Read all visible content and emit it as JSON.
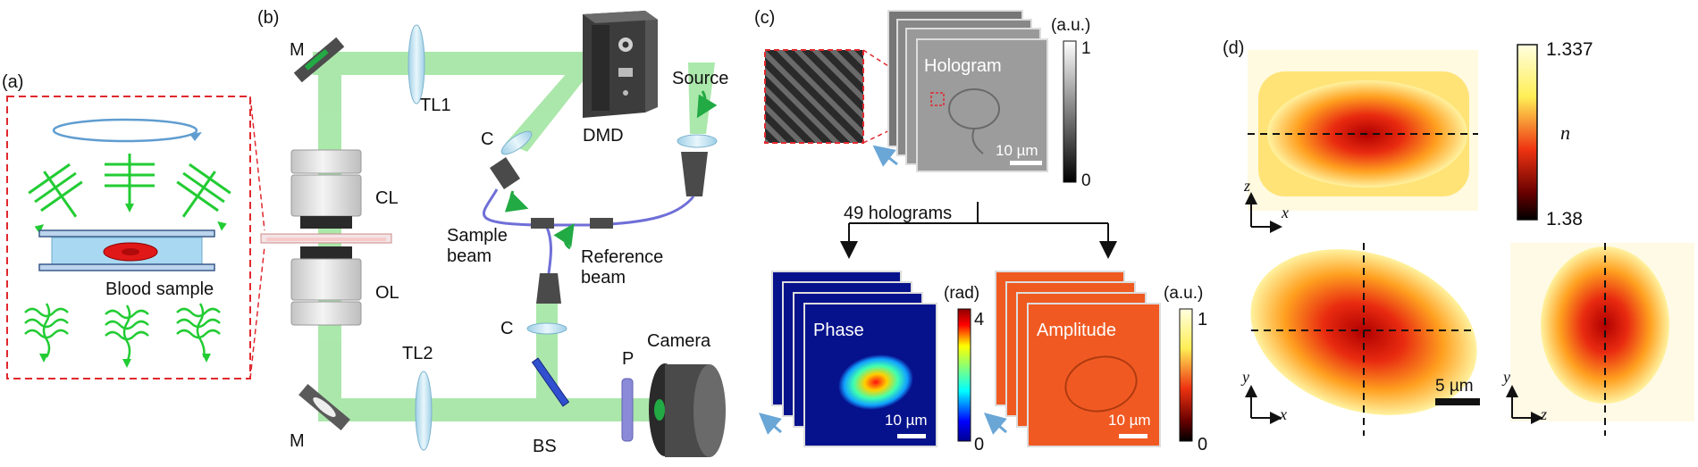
{
  "panels": {
    "a": {
      "label": "(a)",
      "sample_label": "Blood sample"
    },
    "b": {
      "label": "(b)",
      "components": {
        "mirror_top": "M",
        "tube_lens_1": "TL1",
        "dmd": "DMD",
        "source": "Source",
        "collimator_top": "C",
        "condenser_lens": "CL",
        "objective_lens": "OL",
        "sample_beam": "Sample\nbeam",
        "reference_beam": "Reference\nbeam",
        "collimator_bottom": "C",
        "tube_lens_2": "TL2",
        "polarizer": "P",
        "camera": "Camera",
        "mirror_bottom": "M",
        "beam_splitter": "BS"
      }
    },
    "c": {
      "label": "(c)",
      "hologram_title": "Hologram",
      "hologram_unit": "(a.u.)",
      "hologram_scale_max": "1",
      "hologram_scale_min": "0",
      "hologram_scalebar": "10 µm",
      "count_label": "49 holograms",
      "phase_title": "Phase",
      "phase_unit": "(rad)",
      "phase_scale_max": "4",
      "phase_scale_min": "0",
      "phase_scalebar": "10 µm",
      "amplitude_title": "Amplitude",
      "amplitude_unit": "(a.u.)",
      "amplitude_scale_max": "1",
      "amplitude_scale_min": "0",
      "amplitude_scalebar": "10 µm"
    },
    "d": {
      "label": "(d)",
      "colorbar_max": "1.337",
      "colorbar_min": "1.38",
      "colorbar_var": "n",
      "xz_axes": {
        "vertical": "z",
        "horizontal": "x"
      },
      "xy_axes": {
        "vertical": "y",
        "horizontal": "x"
      },
      "yz_axes": {
        "vertical": "y",
        "horizontal": "z"
      },
      "scalebar": "5 µm"
    }
  },
  "colors": {
    "beam": "#8fe08f",
    "arrow_green": "#22aa44",
    "dashed_red": "#e0282e",
    "fiber": "#6f6fd8",
    "blue_arrow": "#6aa6d6",
    "phase_bg": "#06128c",
    "amp_bg": "#f05a22"
  }
}
